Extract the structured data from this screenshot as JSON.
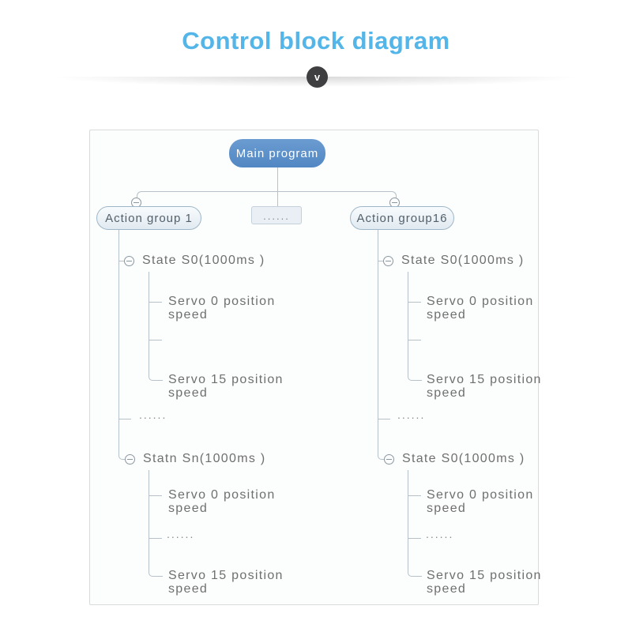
{
  "page": {
    "title": "Control block diagram",
    "divider_chevron": "v"
  },
  "nodes": {
    "main": "Main program",
    "center_ellipsis": "......",
    "group1": "Action group 1",
    "group16": "Action group16",
    "left_state_top": "State S0(1000ms )",
    "left_state_bottom": "Statn Sn(1000ms )",
    "right_state_top": "State S0(1000ms )",
    "right_state_bottom": "State S0(1000ms )"
  },
  "labels": {
    "servo0_line1": "Servo 0 position",
    "servo15_line1": "Servo 15 position",
    "speed": "speed",
    "dots": "......"
  },
  "colors": {
    "title": "#53b5e8",
    "main_box_fill": "#5b90c8",
    "group_box_border": "#9eb7c8",
    "tree_line": "#b6c1c9",
    "label_text": "#6f6f6f",
    "chevron_circle": "#3f3f41"
  }
}
